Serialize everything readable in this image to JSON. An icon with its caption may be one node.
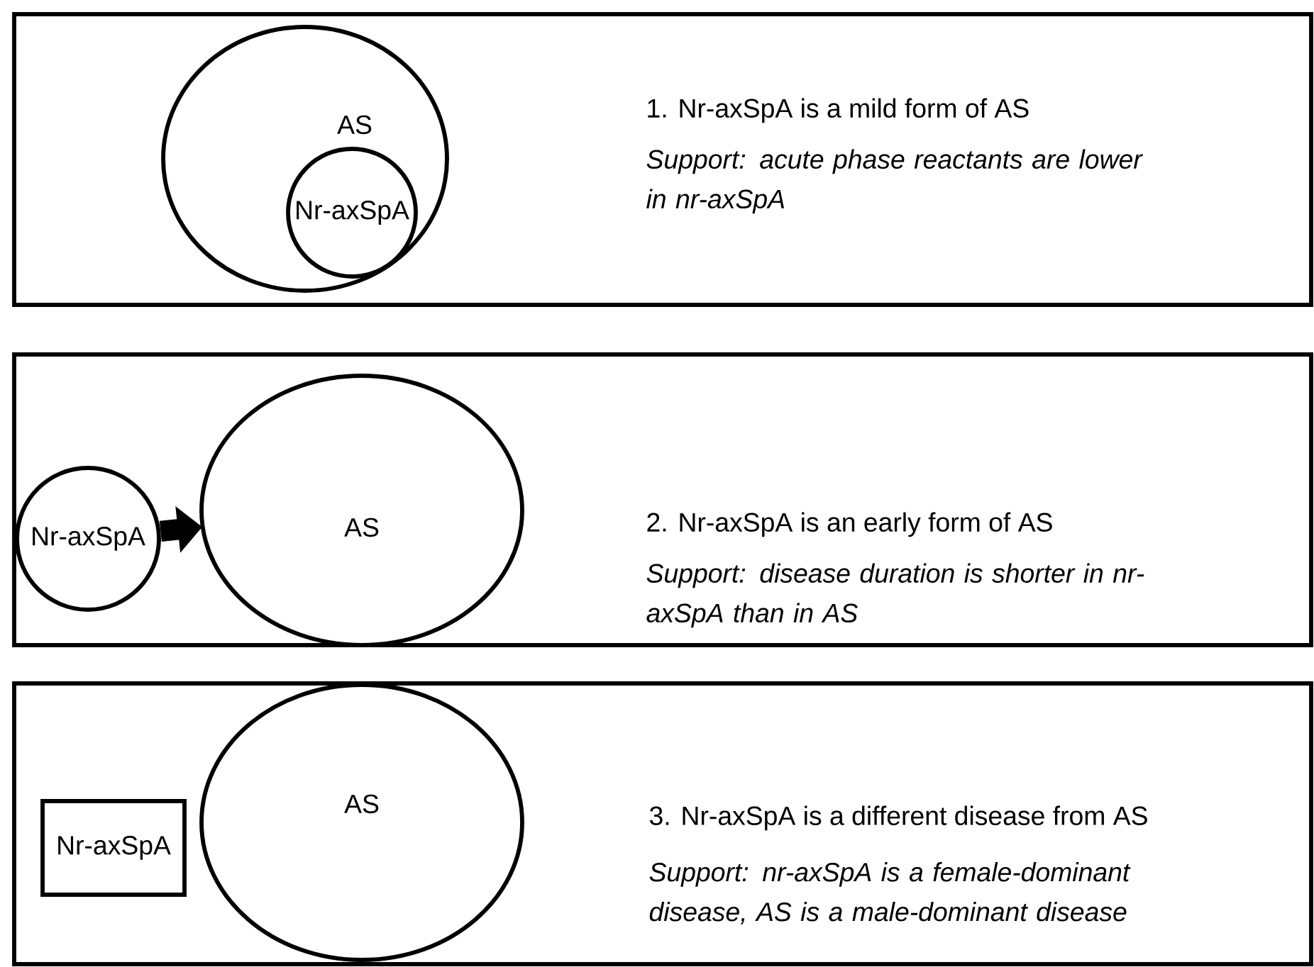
{
  "diagram": {
    "nodes": [
      {
        "text": [
          "1. Nr-axSpA is a mild form of AS",
          "Support: acute phase reactants are lower in nr-axSpA"
        ]
      },
      {
        "text": [
          "AS"
        ],
        "in": 0
      },
      {
        "text": [
          "Nr-axSpA"
        ],
        "in": 1
      },
      {
        "text": [
          "2. Nr-axSpA is an early form of AS",
          "Support: disease duration is shorter in nr-axSpA than in AS"
        ]
      },
      {
        "text": [
          "Nr-axSpA"
        ],
        "in": 3
      },
      {
        "text": [
          "AS"
        ],
        "in": 3
      },
      {
        "text": [
          "3. Nr-axSpA is a different disease from AS",
          "Support: nr-axSpA is a female-dominant disease, AS is a male-dominant disease"
        ]
      },
      {
        "text": [
          "AS"
        ],
        "in": 6
      },
      {
        "text": [
          "Nr-axSpA"
        ],
        "in": 6
      }
    ],
    "edges": [
      {
        "from": 4,
        "to": 5,
        "arrow": "to"
      }
    ]
  }
}
